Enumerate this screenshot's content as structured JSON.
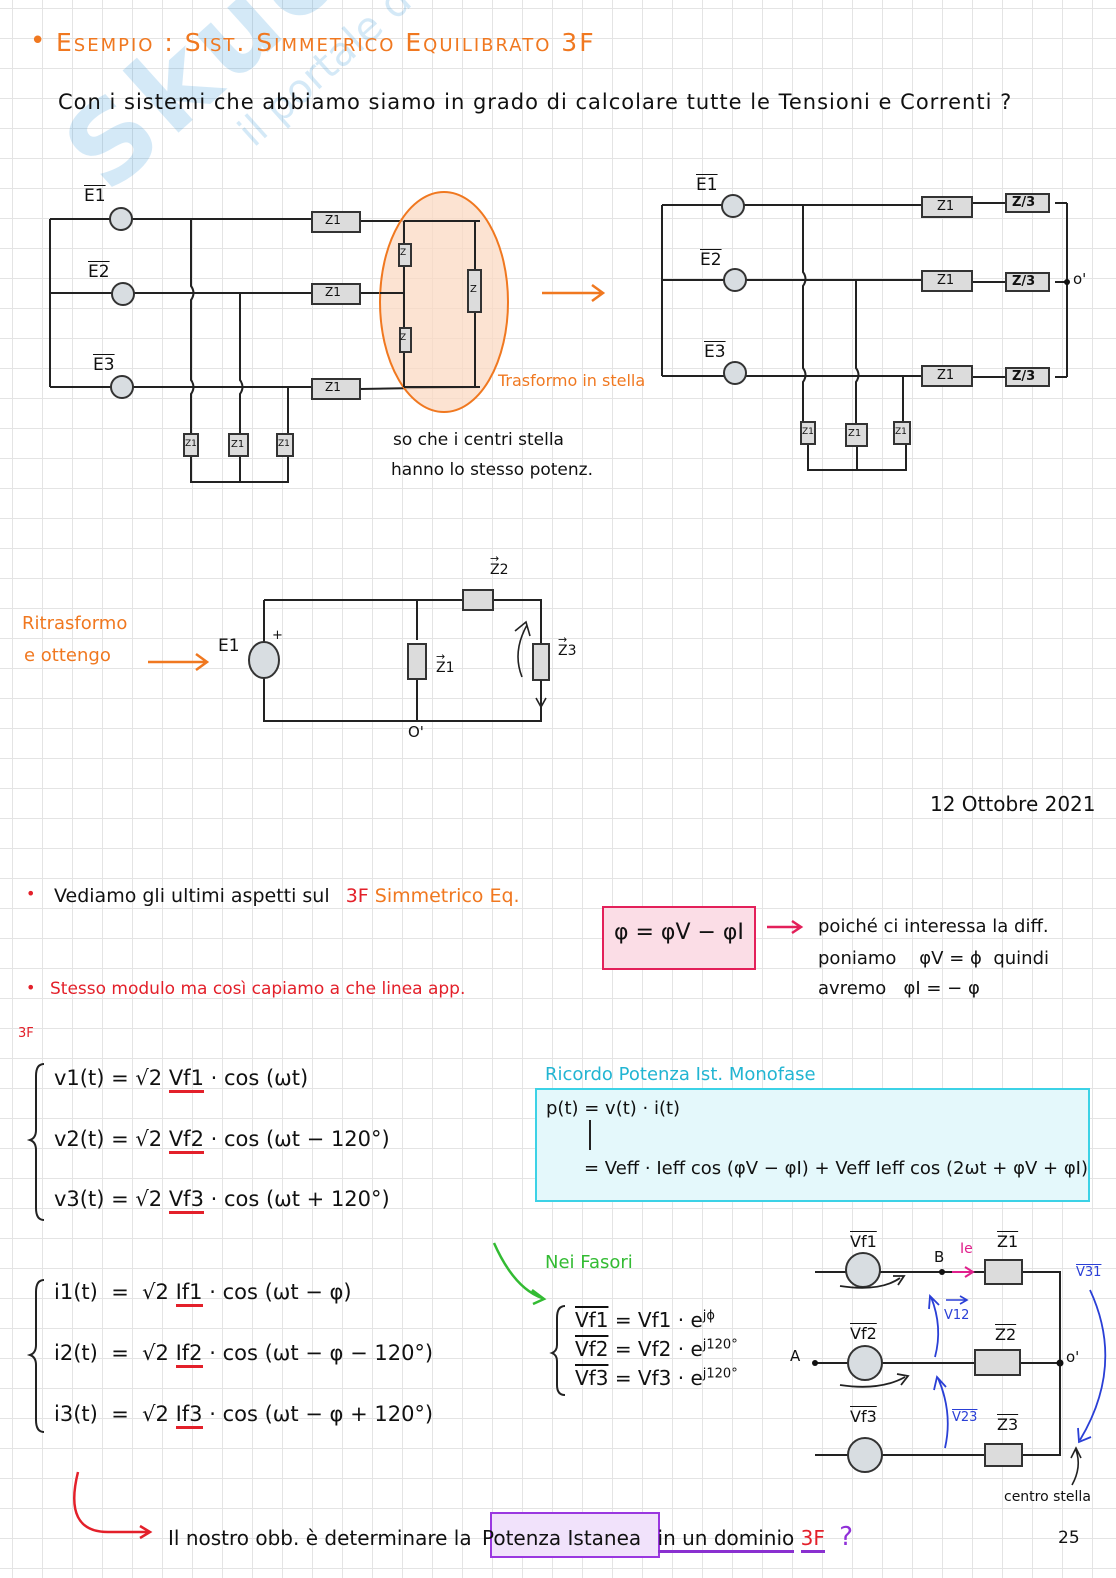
{
  "watermark": {
    "logo": "Skuola.net",
    "tagline": "il portale dello studente"
  },
  "header": {
    "bullet": "•",
    "title": "Esempio : Sist. Simmetrico Equilibrato 3F",
    "question": "Con i sistemi che abbiamo siamo in grado di calcolare tutte le Tensioni e Correnti ?"
  },
  "circuit_delta": {
    "sources": [
      "E1",
      "E2",
      "E3"
    ],
    "line_impedances": [
      "Z1",
      "Z1",
      "Z1"
    ],
    "bottom_loads": [
      "Z1",
      "Z1",
      "Z1"
    ],
    "delta_loads": [
      "Z",
      "Z",
      "Z"
    ],
    "note": "Trasformo in stella",
    "comment_line1": "so che i centri stella",
    "comment_line2": "hanno lo stesso potenz."
  },
  "circuit_star": {
    "sources": [
      "E1",
      "E2",
      "E3"
    ],
    "line_impedances": [
      "Z1",
      "Z1",
      "Z1"
    ],
    "star_loads": [
      "Z/3",
      "Z/3",
      "Z/3"
    ],
    "bottom_loads": [
      "Z1",
      "Z1",
      "Z1"
    ],
    "node": "o'"
  },
  "circuit_equiv": {
    "label_line1": "Ritrasformo",
    "label_line2": "e ottengo",
    "source": "E1",
    "plus": "+",
    "z1": "Z1",
    "z2": "Z2",
    "z3": "Z3",
    "node": "O'"
  },
  "date": "12 Ottobre 2021",
  "section2": {
    "bullet1_text": "Vediamo gli ultimi aspetti sul",
    "bullet1_red": "3F",
    "bullet1_orange": "Simmetrico Eq.",
    "bullet2": "Stesso modulo ma così capiamo a che linea app.",
    "tag_3f": "3F",
    "phi_box": "φ = φV − φI",
    "arrow": "→",
    "note_line1": "poiché ci interessa la diff.",
    "note_line2": "poniamo    φV = ϕ  quindi",
    "note_line3": "avremo   φI = − φ"
  },
  "voltages": [
    {
      "lhs": "v1(t) =",
      "root": "√2",
      "amp": "Vf1",
      "rest": "· cos (ωt)"
    },
    {
      "lhs": "v2(t) =",
      "root": "√2",
      "amp": "Vf2",
      "rest": "· cos (ωt − 120°)"
    },
    {
      "lhs": "v3(t) =",
      "root": "√2",
      "amp": "Vf3",
      "rest": "· cos (ωt + 120°)"
    }
  ],
  "recall": {
    "title": "Ricordo Potenza Ist. Monofase",
    "line1": "p(t) = v(t) · i(t)",
    "line2": "= Veff · Ieff cos (φV − φI) + Veff Ieff cos (2ωt + φV + φI)"
  },
  "currents": [
    {
      "lhs": "i1(t)",
      "eq": "=",
      "root": "√2",
      "amp": "If1",
      "rest": "· cos (ωt − φ)"
    },
    {
      "lhs": "i2(t)",
      "eq": "=",
      "root": "√2",
      "amp": "If2",
      "rest": "· cos (ωt − φ − 120°)"
    },
    {
      "lhs": "i3(t)",
      "eq": "=",
      "root": "√2",
      "amp": "If3",
      "rest": "· cos (ωt − φ + 120°)"
    }
  ],
  "phasors": {
    "title": "Nei Fasori",
    "rows": [
      {
        "lhs": "Vf1",
        "rhs": "= Vf1 · e",
        "exp": "jϕ"
      },
      {
        "lhs": "Vf2",
        "rhs": "= Vf2 · e",
        "exp": "j120°"
      },
      {
        "lhs": "Vf3",
        "rhs": "= Vf3 · e",
        "exp": "j120°"
      }
    ]
  },
  "circuit_star_final": {
    "sources": [
      "Vf1",
      "Vf2",
      "Vf3"
    ],
    "loads": [
      "Z1",
      "Z2",
      "Z3"
    ],
    "node_a": "A",
    "node_b": "B",
    "node_o": "o'",
    "current": "Ie",
    "v12": "V12",
    "v23": "V23",
    "v31": "V31",
    "center_label": "centro stella"
  },
  "footer": {
    "text": "Il nostro obb. è determinare la",
    "highlight": "Potenza Istanea",
    "underlined": "in un dominio",
    "red": "3F",
    "question": "?",
    "page_number": "25"
  }
}
